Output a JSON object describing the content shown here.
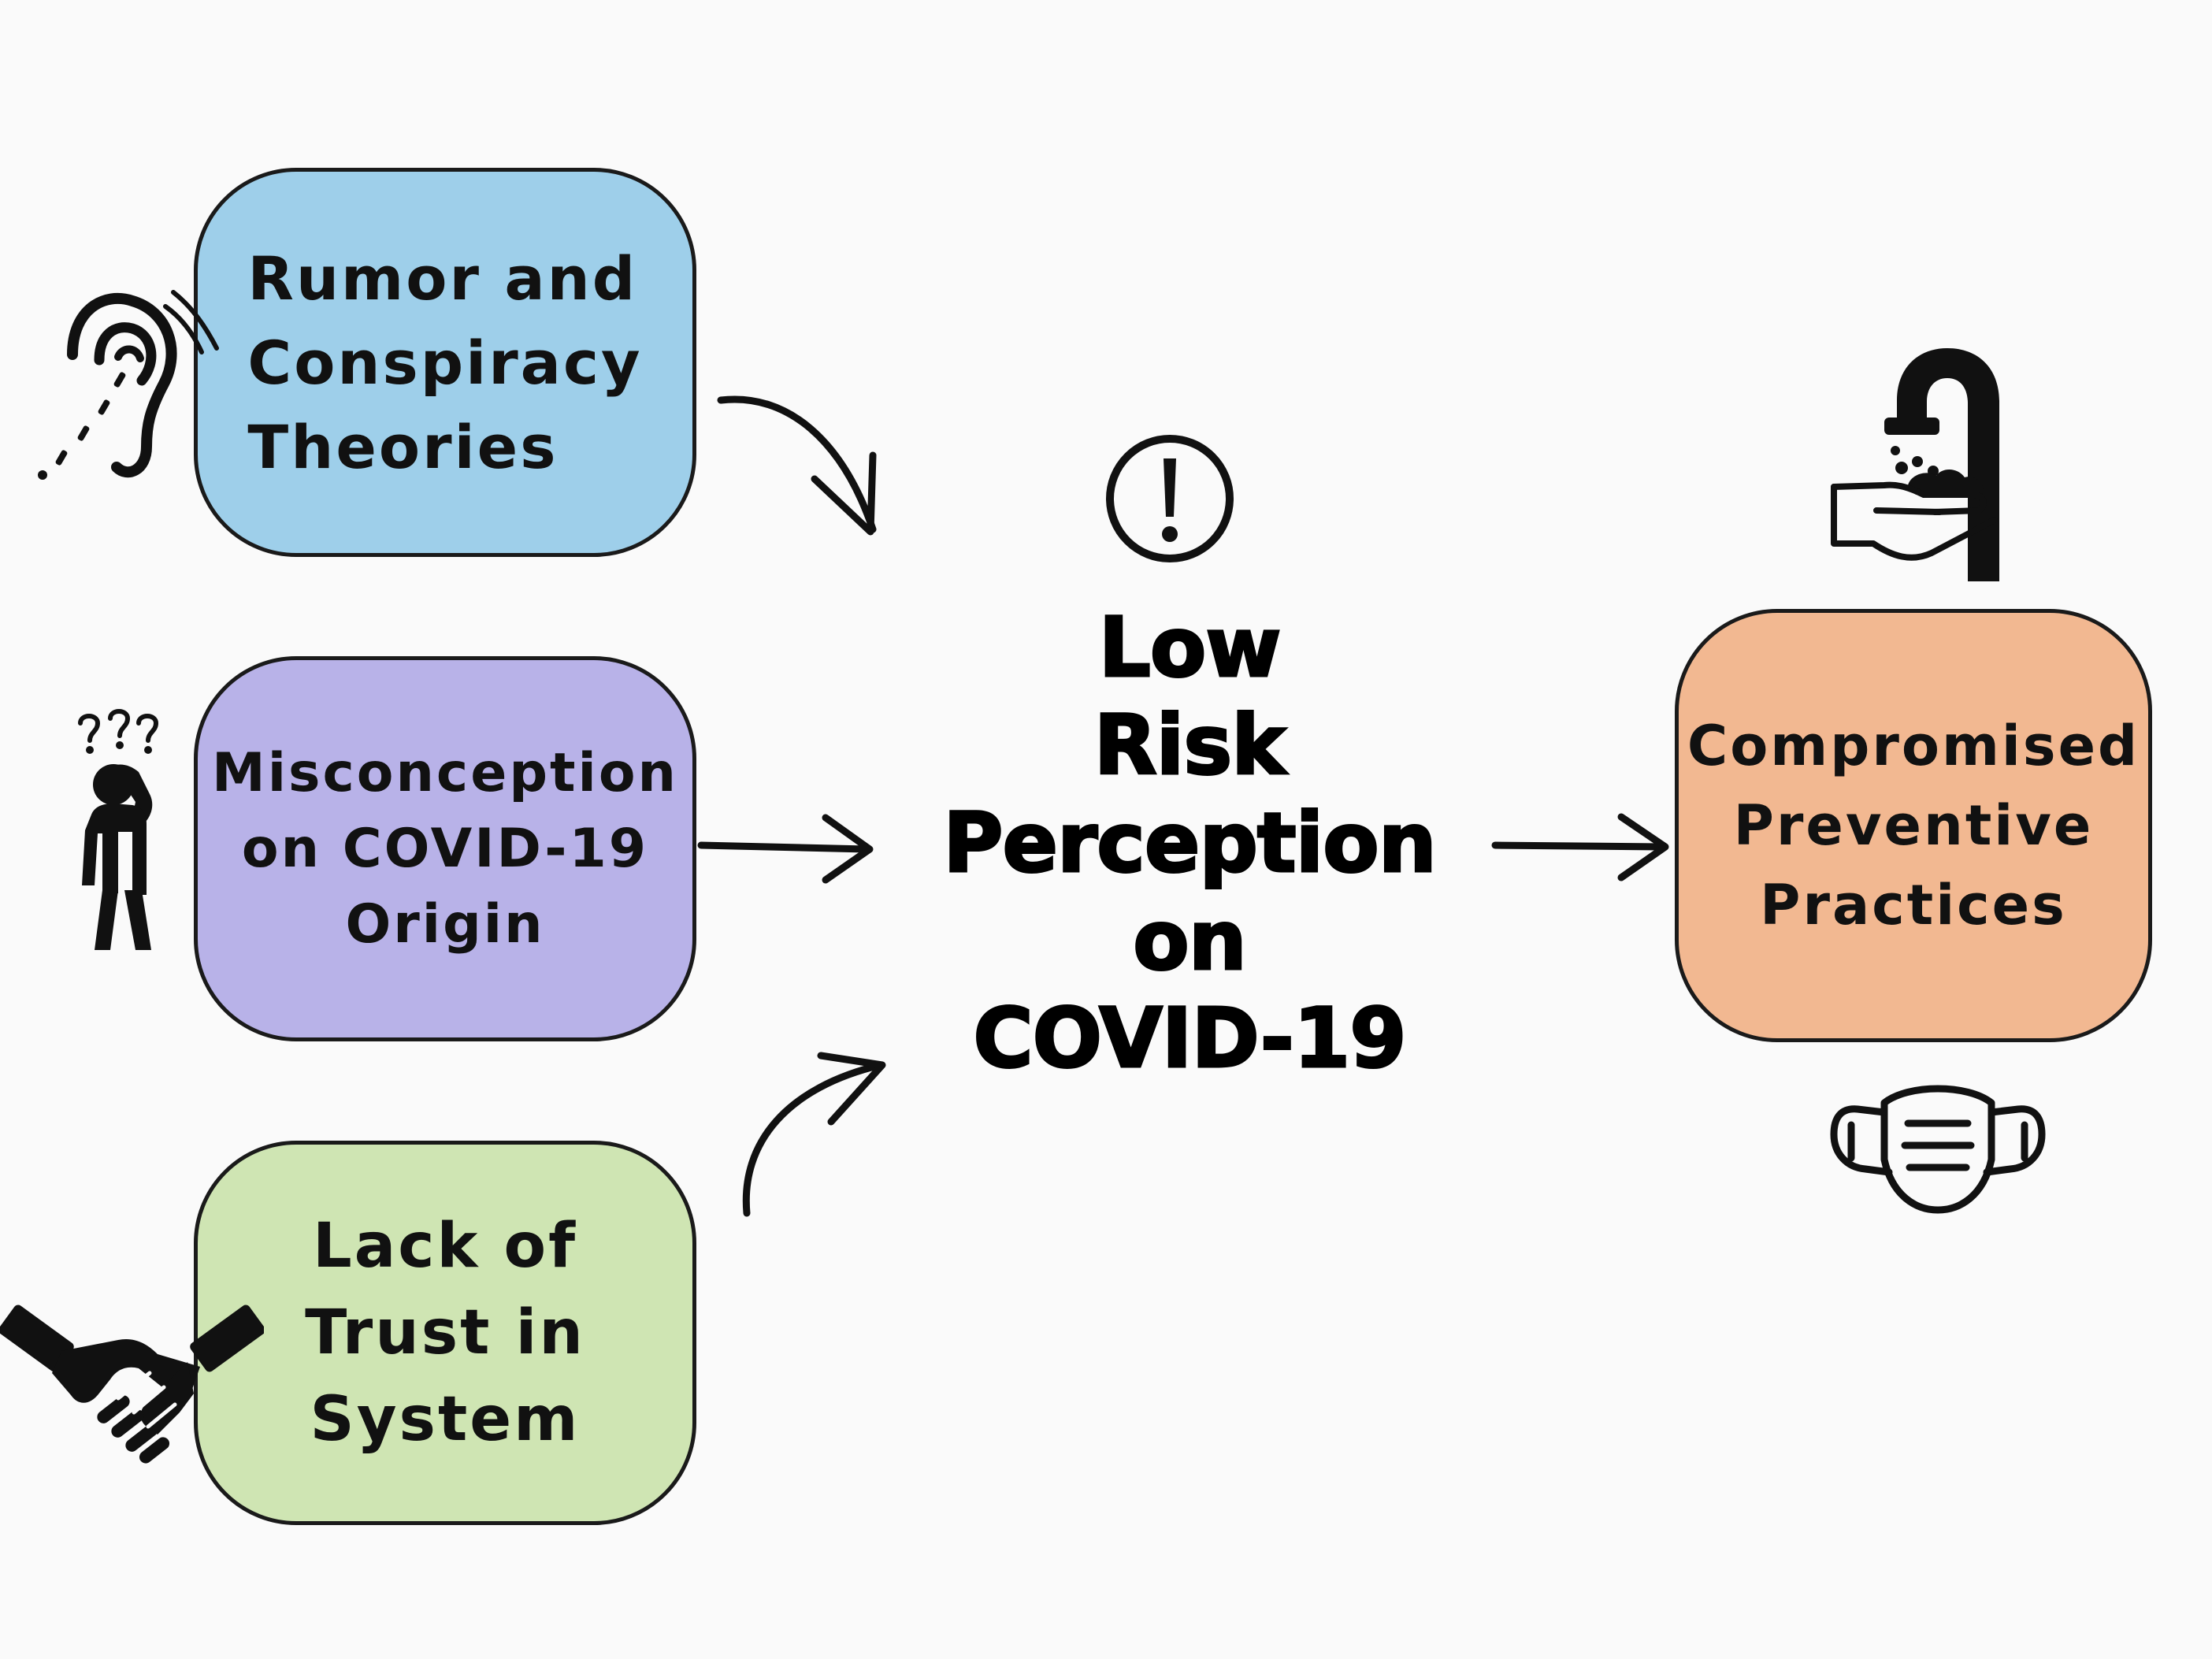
{
  "diagram": {
    "central_node": {
      "label": "Low\nRisk\nPerception\non\nCOVID-19",
      "icon": "exclamation-circle-icon"
    },
    "input_nodes": [
      {
        "id": "rumor",
        "label": "Rumor and\nConspiracy\nTheories",
        "color": "#9ecfea",
        "icon": "ear-listening-icon"
      },
      {
        "id": "misconception",
        "label": "Misconception\non COVID-19\nOrigin",
        "color": "#b8b2e8",
        "icon": "confused-person-icon"
      },
      {
        "id": "trust",
        "label": "Lack of\nTrust in\nSystem",
        "color": "#cfe5b3",
        "icon": "handshake-icon"
      }
    ],
    "outcome_node": {
      "label": "Compromised\nPreventive\nPractices",
      "color": "#f2b891",
      "icons": [
        "handwashing-icon",
        "face-mask-icon"
      ]
    },
    "edges": [
      {
        "from": "rumor",
        "to": "central_node"
      },
      {
        "from": "misconception",
        "to": "central_node"
      },
      {
        "from": "trust",
        "to": "central_node"
      },
      {
        "from": "central_node",
        "to": "outcome_node"
      }
    ]
  }
}
